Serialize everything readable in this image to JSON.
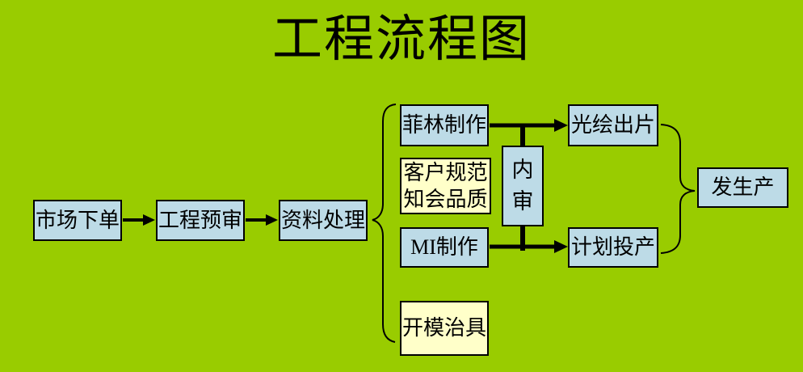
{
  "title": "工程流程图",
  "colors": {
    "background": "#99CC00",
    "box_blue": "#BDDBE7",
    "box_yellow": "#FFFFC9",
    "line": "#000000"
  },
  "nodes": {
    "market_order": {
      "label": "市场下单"
    },
    "engineering_preview": {
      "label": "工程预审"
    },
    "data_processing": {
      "label": "资料处理"
    },
    "film_making": {
      "label": "菲林制作"
    },
    "customer_spec": {
      "label": "客户规范知会品质",
      "line1": "客户规范",
      "line2": "知会品质"
    },
    "mi_making": {
      "label": "MI制作"
    },
    "mold_fixture": {
      "label": "开模治具"
    },
    "internal_audit": {
      "label": "内审"
    },
    "photo_plotting": {
      "label": "光绘出片"
    },
    "production_plan": {
      "label": "计划投产"
    },
    "dispatch_production": {
      "label": "发生产"
    }
  }
}
